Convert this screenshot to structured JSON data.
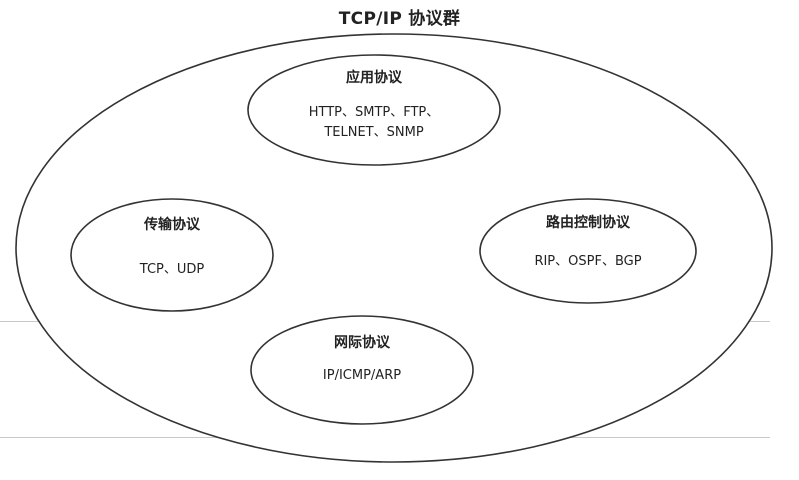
{
  "title": "TCP/IP 协议群",
  "groups": {
    "application": {
      "title": "应用协议",
      "items_line1": "HTTP、SMTP、FTP、",
      "items_line2": "TELNET、SNMP"
    },
    "transport": {
      "title": "传输协议",
      "items": "TCP、UDP"
    },
    "routing": {
      "title": "路由控制协议",
      "items": "RIP、OSPF、BGP"
    },
    "internet": {
      "title": "网际协议",
      "items": "IP/ICMP/ARP"
    }
  },
  "colors": {
    "stroke": "#333333",
    "rule": "#c8c8c8"
  }
}
